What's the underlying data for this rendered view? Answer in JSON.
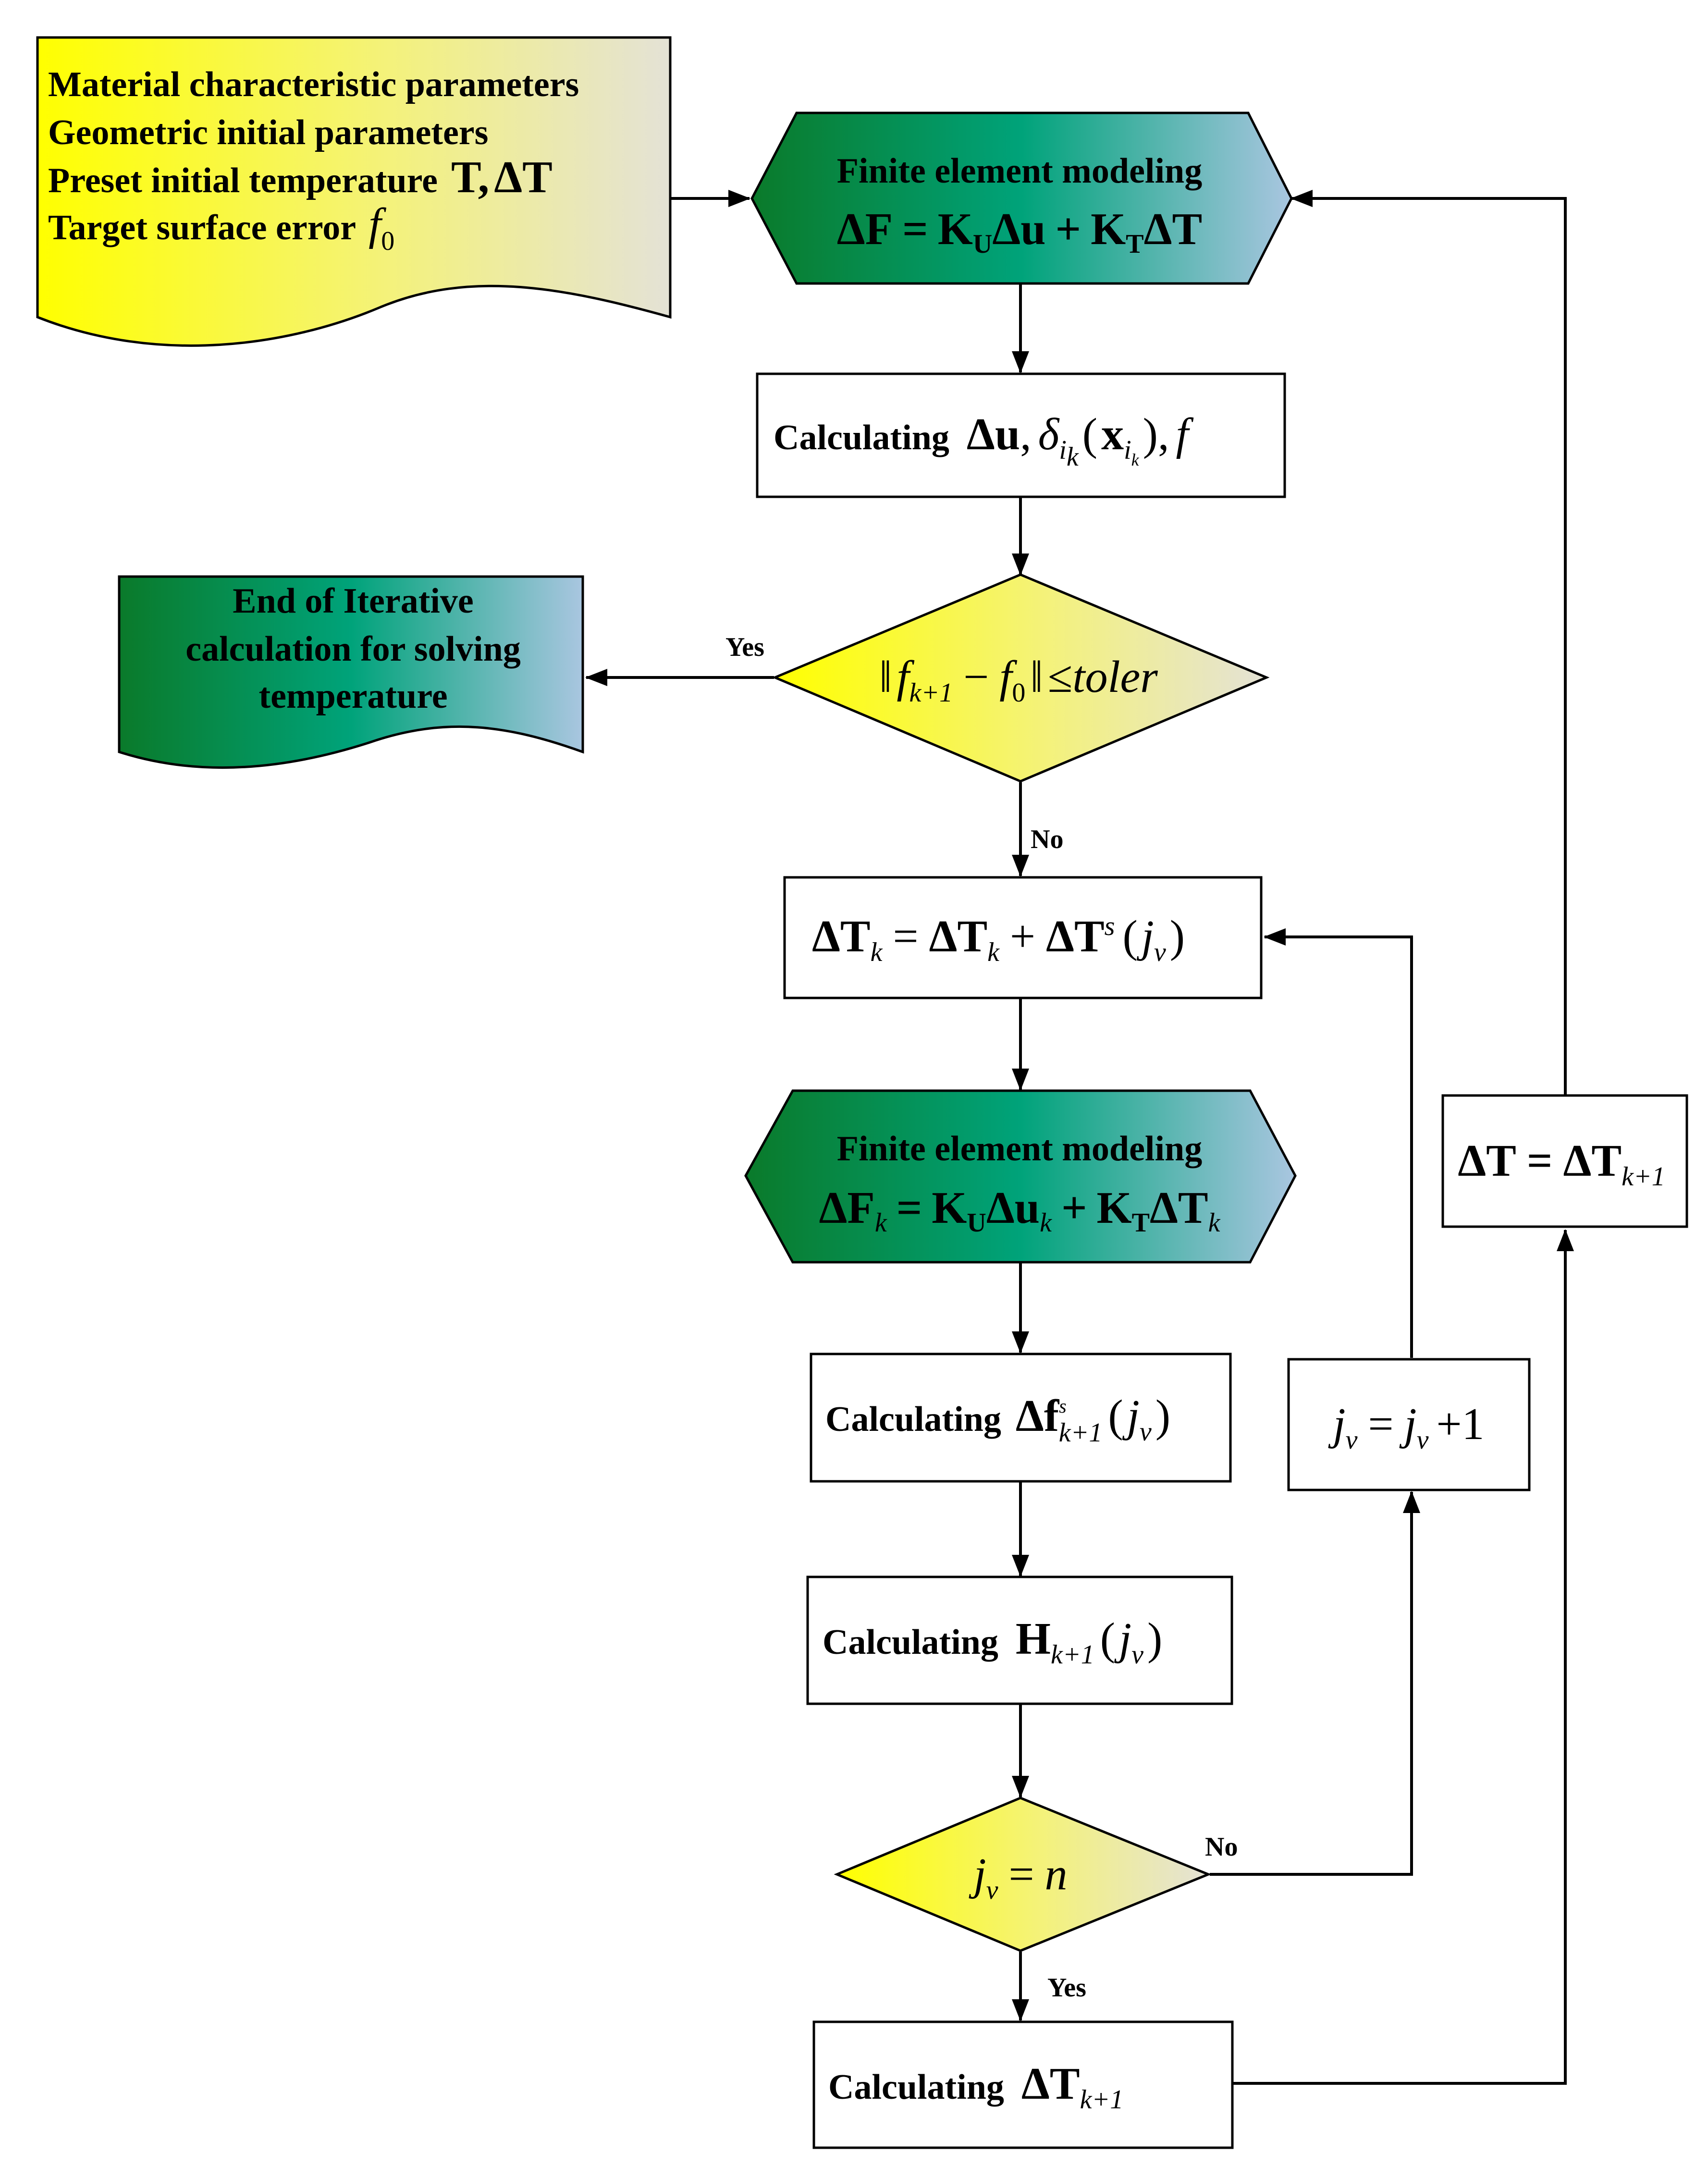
{
  "input_box": {
    "line1": "Material characteristic parameters",
    "line2": "Geometric initial parameters",
    "line3_text": "Preset initial temperature",
    "line3_math_T": "T",
    "line3_math_sep": ",",
    "line3_math_dT": "ΔT",
    "line4_text": "Target surface error",
    "line4_math_f": "f",
    "line4_math_sub": "0"
  },
  "fem1": {
    "title": "Finite element modeling",
    "eq_lhs": "ΔF",
    "eq_eq": "=",
    "eq_K1": "K",
    "eq_K1_sub": "U",
    "eq_du": "Δu",
    "eq_plus": "+",
    "eq_K2": "K",
    "eq_K2_sub": "T",
    "eq_dT": "ΔT"
  },
  "calc1": {
    "label": "Calculating",
    "du": "Δu",
    "comma1": ",",
    "delta": "δ",
    "delta_sub": "i",
    "delta_subsub": "k",
    "paren_l": "(",
    "x": "x",
    "x_sub": "i",
    "x_subsub": "k",
    "paren_r": ")",
    "comma2": ",",
    "f": "f"
  },
  "decision1": {
    "norm_l": "‖",
    "f": "f",
    "f_sub": "k+1",
    "minus": "−",
    "f0": "f",
    "f0_sub": "0",
    "norm_r": "‖",
    "le": "≤",
    "toler": "toler"
  },
  "end_box": {
    "line1": "End of Iterative",
    "line2": "calculation for solving",
    "line3": "temperature"
  },
  "labels": {
    "yes1": "Yes",
    "no1": "No",
    "no2": "No",
    "yes2": "Yes"
  },
  "update_box": {
    "lhs": "ΔT",
    "lhs_sub": "k",
    "eq": "=",
    "rhs1": "ΔT",
    "rhs1_sub": "k",
    "plus": "+",
    "rhs2": "ΔT",
    "rhs2_sup": "s",
    "paren_l": "(",
    "j": "j",
    "j_sub": "v",
    "paren_r": ")"
  },
  "fem2": {
    "title": "Finite element modeling",
    "lhs": "ΔF",
    "lhs_sub": "k",
    "eq": "=",
    "K1": "K",
    "K1_sub": "U",
    "du": "Δu",
    "du_sub": "k",
    "plus": "+",
    "K2": "K",
    "K2_sub": "T",
    "dT": "ΔT",
    "dT_sub": "k"
  },
  "calc2": {
    "label": "Calculating",
    "df": "Δf",
    "df_sup": "s",
    "df_sub": "k+1",
    "paren_l": "(",
    "j": "j",
    "j_sub": "v",
    "paren_r": ")"
  },
  "calc3": {
    "label": "Calculating",
    "H": "H",
    "H_sub": "k+1",
    "paren_l": "(",
    "j": "j",
    "j_sub": "v",
    "paren_r": ")"
  },
  "decision2": {
    "j": "j",
    "j_sub": "v",
    "eq": "=",
    "n": "n"
  },
  "calc4": {
    "label": "Calculating",
    "dT": "ΔT",
    "dT_sub": "k+1"
  },
  "jv_box": {
    "j": "j",
    "j_sub": "v",
    "eq": "=",
    "j2": "j",
    "j2_sub": "v",
    "plus1": "+1"
  },
  "dt_box": {
    "lhs": "ΔT",
    "eq": "=",
    "rhs": "ΔT",
    "rhs_sub": "k+1"
  },
  "colors": {
    "yellow": "#ffff00",
    "pale": "#ece9d8",
    "green": "#007a3d",
    "teal": "#00a676",
    "steel": "#a3c3df",
    "line": "#000000"
  }
}
